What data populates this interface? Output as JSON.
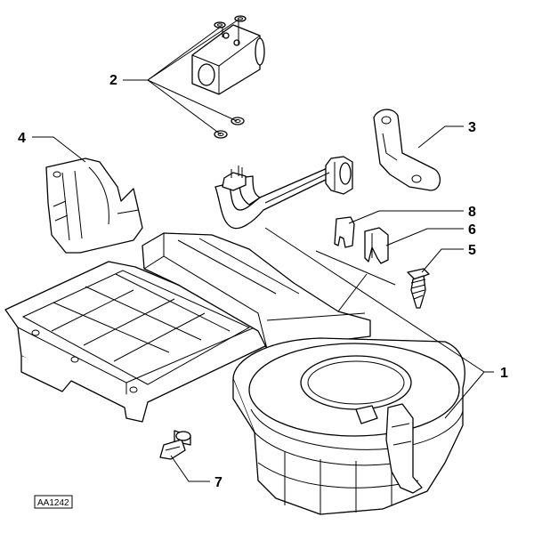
{
  "reference_code": "AA1242",
  "callouts": [
    {
      "id": "c1",
      "text": "1"
    },
    {
      "id": "c2",
      "text": "2"
    },
    {
      "id": "c3",
      "text": "3"
    },
    {
      "id": "c4",
      "text": "4"
    },
    {
      "id": "c5",
      "text": "5"
    },
    {
      "id": "c6",
      "text": "6"
    },
    {
      "id": "c7",
      "text": "7"
    },
    {
      "id": "c8",
      "text": "8"
    }
  ],
  "colors": {
    "line": "#000000",
    "background": "#ffffff"
  }
}
